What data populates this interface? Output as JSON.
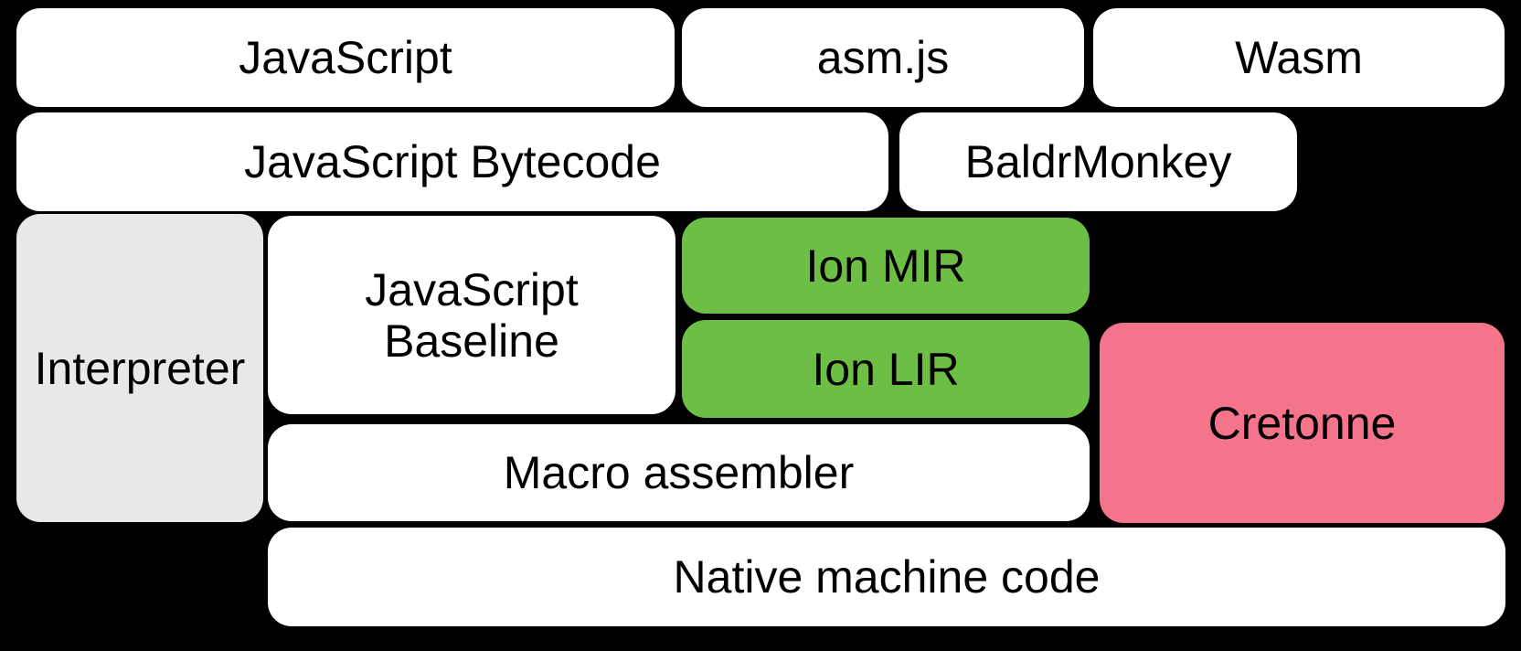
{
  "diagram": {
    "colors": {
      "background": "#000000",
      "box_fill": "#ffffff",
      "interpreter_fill": "#e8e8e8",
      "ion_fill": "#6cbe45",
      "cretonne_fill": "#f4748c",
      "text": "#000000"
    },
    "nodes": {
      "javascript": {
        "label": "JavaScript"
      },
      "asm_js": {
        "label": "asm.js"
      },
      "wasm": {
        "label": "Wasm"
      },
      "javascript_bytecode": {
        "label": "JavaScript Bytecode"
      },
      "baldrmonkey": {
        "label": "BaldrMonkey"
      },
      "interpreter": {
        "label": "Interpreter"
      },
      "javascript_baseline": {
        "label": "JavaScript Baseline"
      },
      "ion_mir": {
        "label": "Ion MIR"
      },
      "ion_lir": {
        "label": "Ion LIR"
      },
      "cretonne": {
        "label": "Cretonne"
      },
      "macro_assembler": {
        "label": "Macro assembler"
      },
      "native_machine_code": {
        "label": "Native machine code"
      }
    }
  }
}
